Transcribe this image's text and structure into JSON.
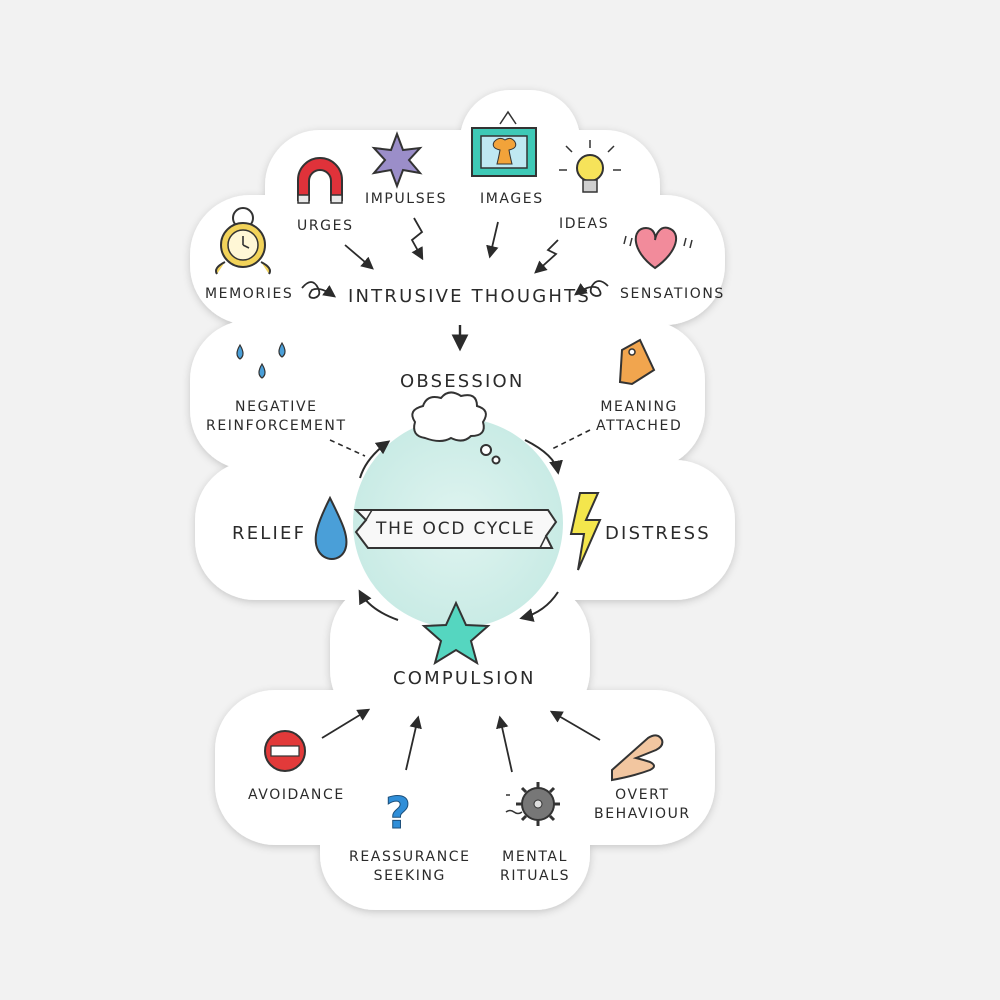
{
  "title": "THE OCD CYCLE",
  "intrusive": {
    "center": "INTRUSIVE THOUGHTS",
    "sources": {
      "memories": "MEMORIES",
      "urges": "URGES",
      "impulses": "IMPULSES",
      "images": "IMAGES",
      "ideas": "IDEAS",
      "sensations": "SENSATIONS"
    }
  },
  "cycle": {
    "obsession": "OBSESSION",
    "distress": "DISTRESS",
    "compulsion": "COMPULSION",
    "relief": "RELIEF"
  },
  "side_notes": {
    "negative_reinforcement": "NEGATIVE\nREINFORCEMENT",
    "meaning_attached": "MEANING\nATTACHED"
  },
  "compulsion_types": {
    "avoidance": "AVOIDANCE",
    "reassurance_seeking": "REASSURANCE\nSEEKING",
    "mental_rituals": "MENTAL\nRITUALS",
    "overt_behaviour": "OVERT\nBEHAVIOUR"
  },
  "colors": {
    "circle": "#d3efea",
    "star": "#55d6c0",
    "drop": "#4a9fd8",
    "lightning": "#f4e64c",
    "heart": "#f28b9b",
    "tag": "#f1a54e",
    "magnet": "#e0323a",
    "no_entry": "#e23a3a",
    "question": "#2f8ed8",
    "frame": "#3ec9b6",
    "sticker": "#ffffff"
  }
}
